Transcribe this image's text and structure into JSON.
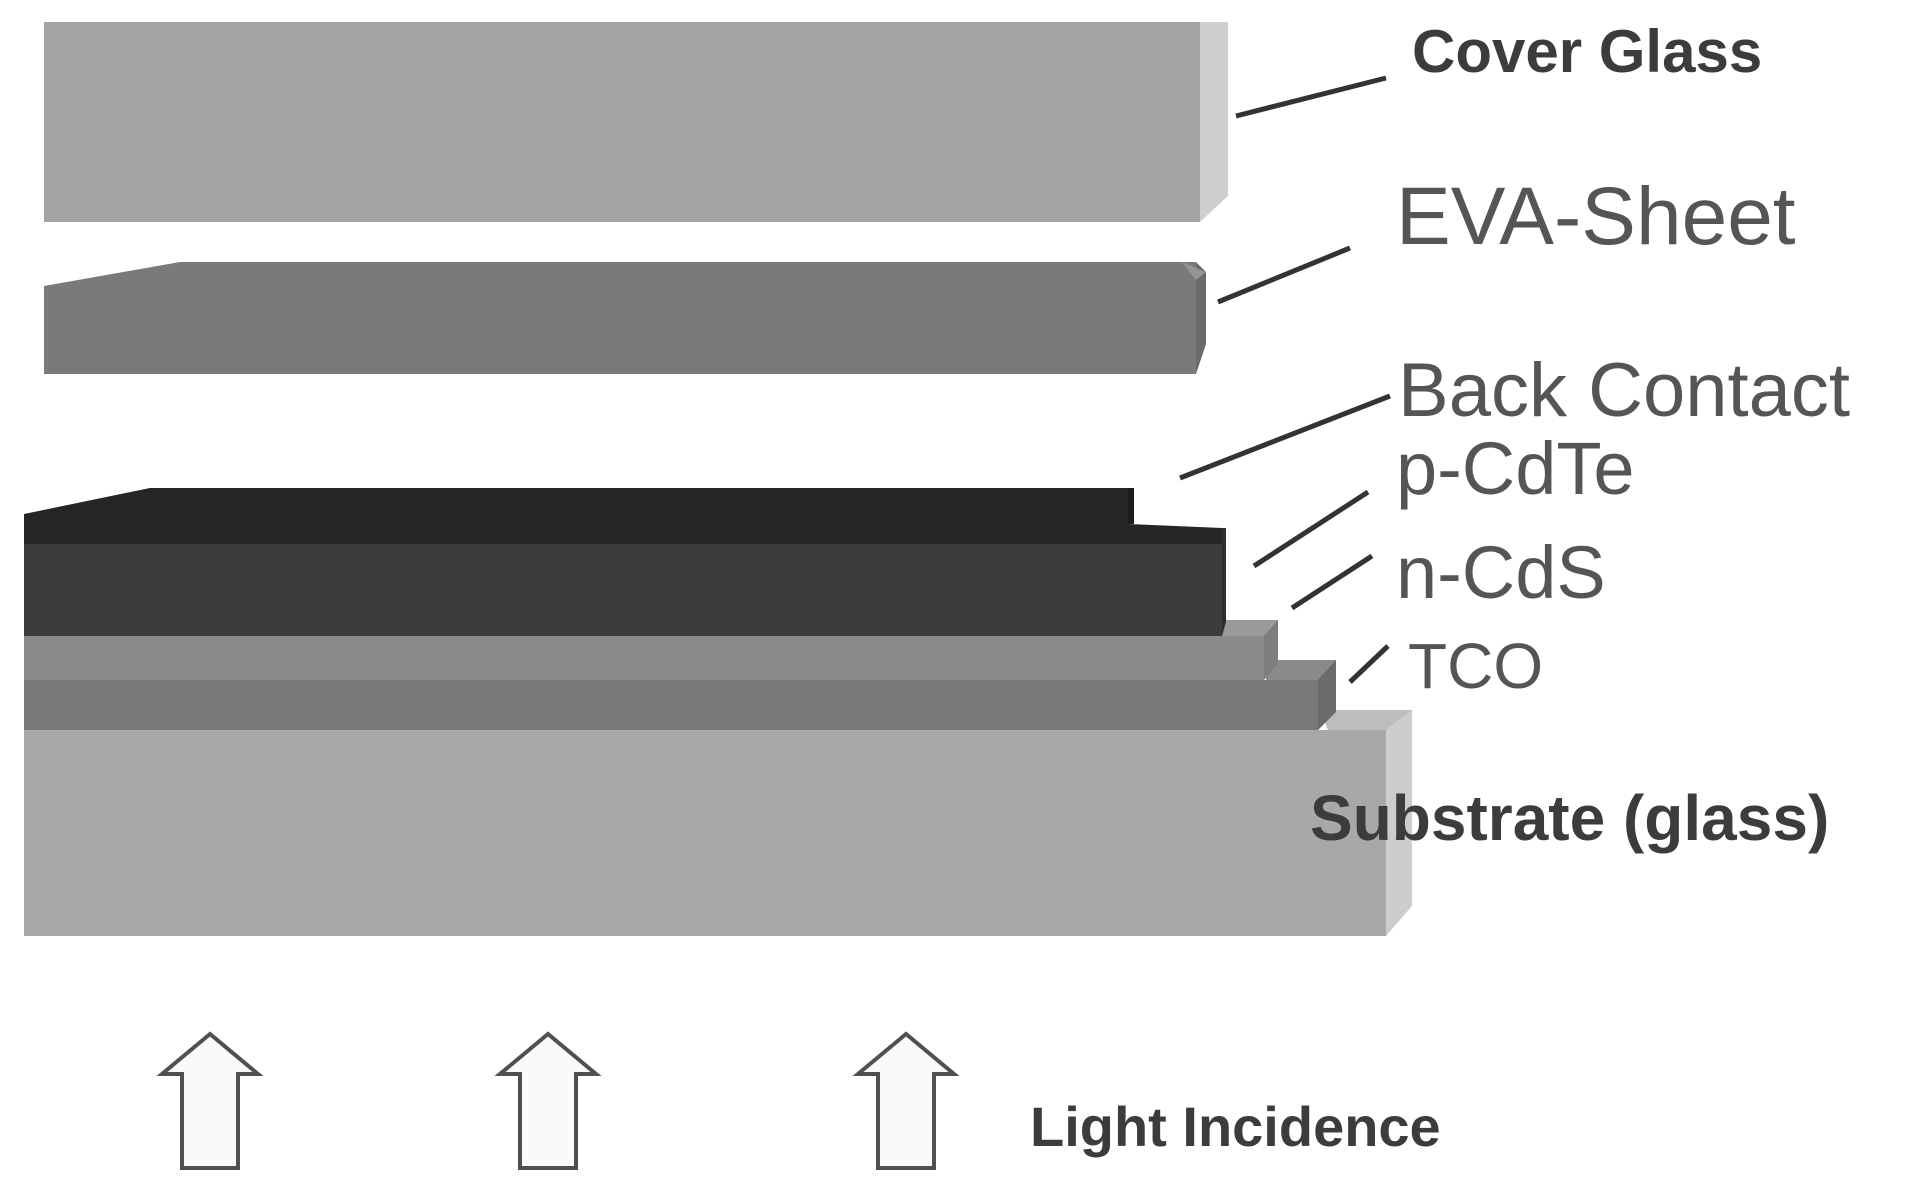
{
  "layers": [
    {
      "id": "cover-glass",
      "label": "Cover Glass"
    },
    {
      "id": "eva-sheet",
      "label": "EVA-Sheet"
    },
    {
      "id": "back-contact",
      "label": "Back Contact"
    },
    {
      "id": "p-cdte",
      "label": "p-CdTe"
    },
    {
      "id": "n-cds",
      "label": "n-CdS"
    },
    {
      "id": "tco",
      "label": "TCO"
    },
    {
      "id": "substrate",
      "label": "Substrate (glass)"
    }
  ],
  "light": {
    "label": "Light Incidence",
    "arrow_count": 3
  },
  "colors": {
    "cover_glass": "#a4a4a4",
    "eva_sheet": "#7a7a7a",
    "back_contact": "#262626",
    "p_cdte": "#3c3c3c",
    "n_cds": "#8a8a8a",
    "tco": "#787878",
    "substrate": "#a8a8a8",
    "arrow_fill": "#fafafa"
  }
}
